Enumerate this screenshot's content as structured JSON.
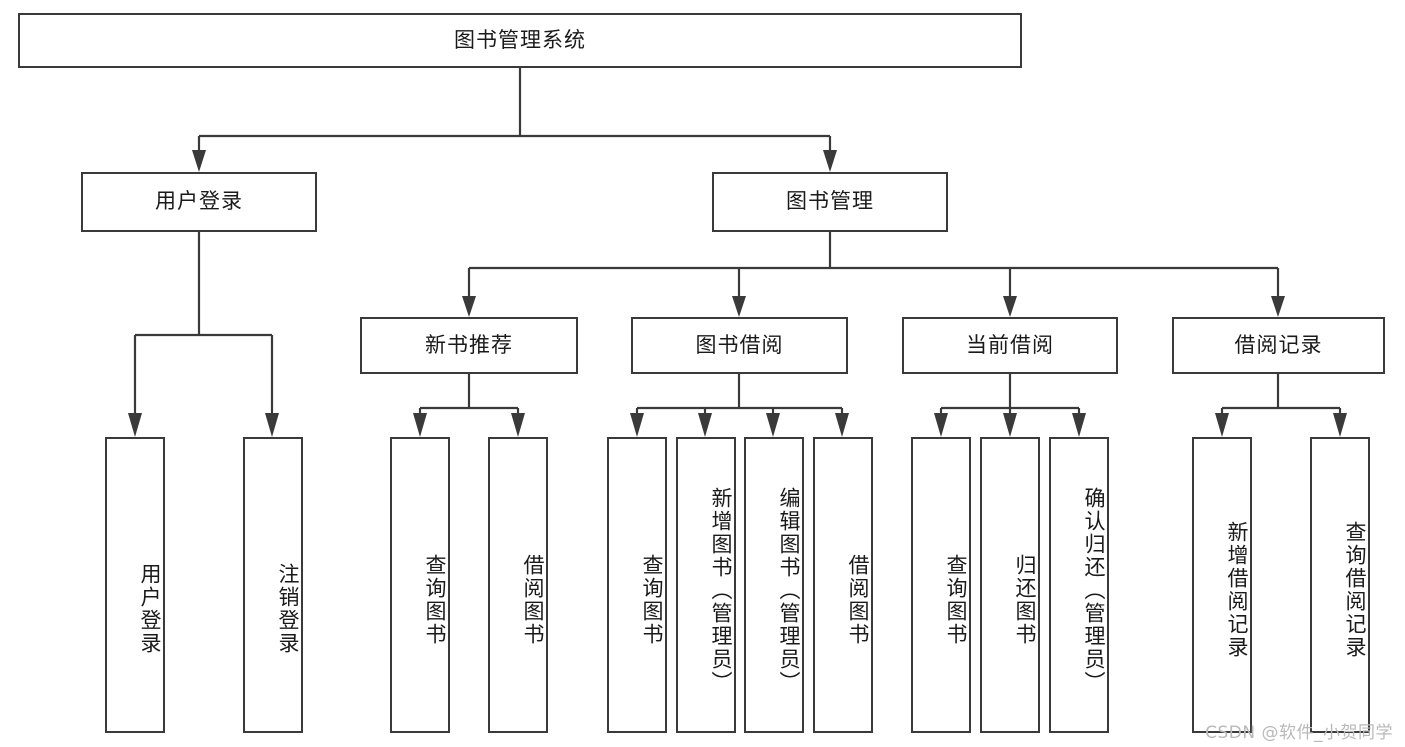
{
  "diagram": {
    "type": "tree-hierarchy",
    "title": "图书管理系统",
    "orientation": "top-down",
    "watermark": "CSDN @软件_小贺同学",
    "colors": {
      "stroke": "#3a3a3a",
      "node_fill": "#ffffff",
      "text": "#1a1a1a",
      "background": "#ffffff",
      "watermark": "#b9b9b9"
    },
    "levels": {
      "root": {
        "label": "图书管理系统"
      },
      "level2": [
        {
          "label": "用户登录"
        },
        {
          "label": "图书管理"
        }
      ],
      "level3": [
        {
          "label": "新书推荐"
        },
        {
          "label": "图书借阅"
        },
        {
          "label": "当前借阅"
        },
        {
          "label": "借阅记录"
        }
      ],
      "leaves": {
        "user_login": [
          {
            "label": "用户登录"
          },
          {
            "label": "注销登录"
          }
        ],
        "new_book_recommend": [
          {
            "label": "查询图书"
          },
          {
            "label": "借阅图书"
          }
        ],
        "book_borrow": [
          {
            "label": "查询图书"
          },
          {
            "label": "新增图书（管理员）"
          },
          {
            "label": "编辑图书（管理员）"
          },
          {
            "label": "借阅图书"
          }
        ],
        "current_borrow": [
          {
            "label": "查询图书"
          },
          {
            "label": "归还图书"
          },
          {
            "label": "确认归还（管理员）"
          }
        ],
        "borrow_record": [
          {
            "label": "新增借阅记录"
          },
          {
            "label": "查询借阅记录"
          }
        ]
      }
    }
  }
}
